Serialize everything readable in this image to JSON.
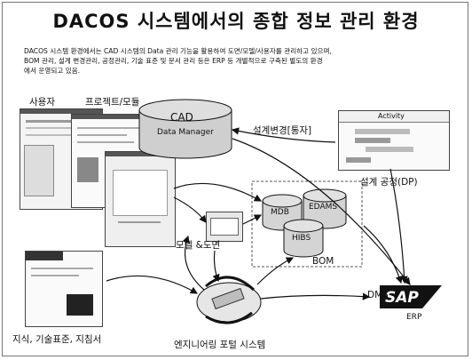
{
  "title": "DACOS 시스템에서의 종합 정보 관리 환경",
  "intro": [
    "DACOS 시스템 환경에서는 CAD 시스템의 Data 관리 기능을 활용하여 도면/모델/사용자를 관리하고 있으며,",
    "BOM 관리, 설계 변경관리, 공정관리, 기술 표준 및 문서 관리 등은 ERP 등 개별적으로 구축된 별도의 환경",
    "에서 운영되고 있음."
  ],
  "labels": {
    "user": "사용자",
    "project_module": "프로젝트/모듈",
    "cad_line1": "CAD",
    "cad_line2": "Data Manager",
    "design_change": "설계변경[통자]",
    "design_process": "설계 공정(DP)",
    "mdb": "MDB",
    "edams": "EDAMS",
    "hibs": "HIBS",
    "bom": "BOM",
    "model_drawing": "모델 &도면",
    "dms": "DMS",
    "sap": "SAP",
    "erp": "ERP",
    "knowledge": "지식, 기술표준, 지침서",
    "portal": "엔지니어링 포털 시스템",
    "activity": "Activity"
  }
}
